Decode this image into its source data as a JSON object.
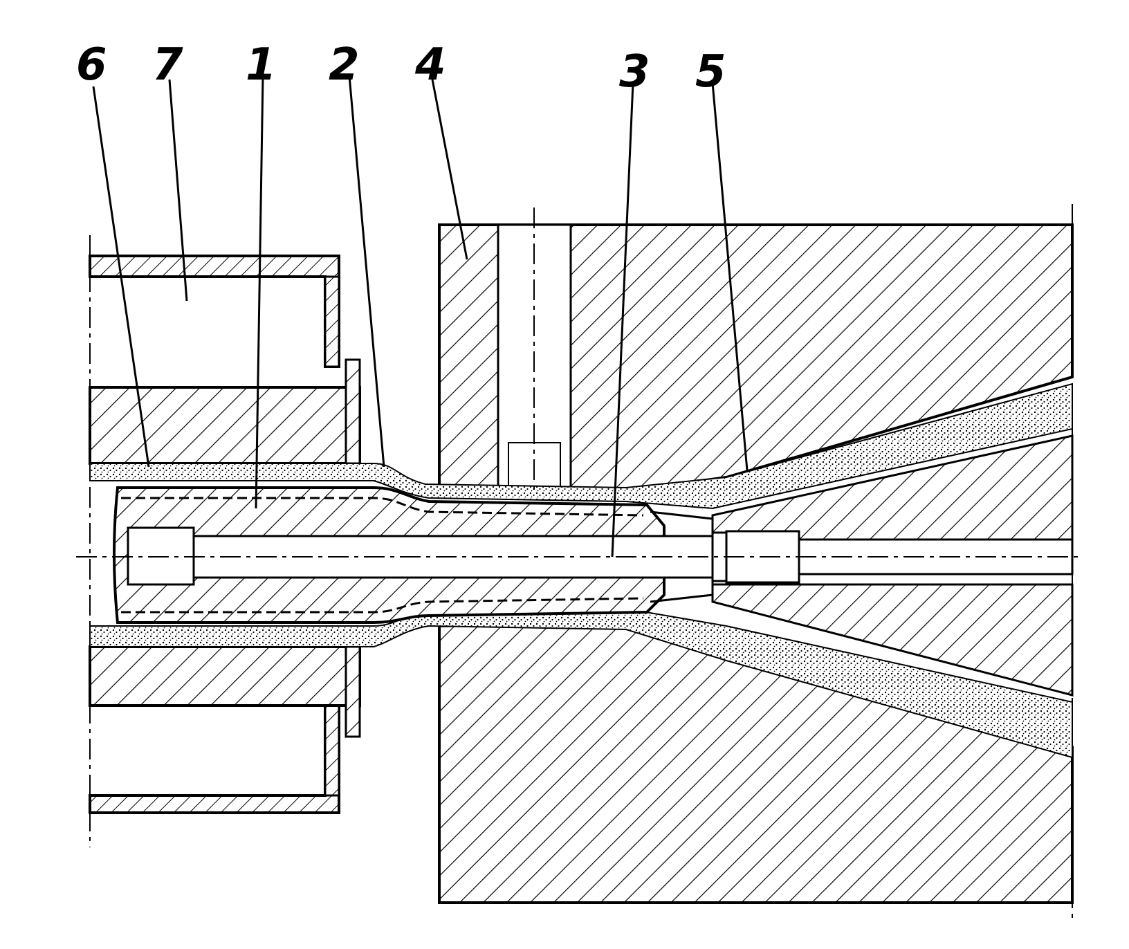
{
  "figure": {
    "labels": [
      {
        "id": "6",
        "text": "6"
      },
      {
        "id": "7",
        "text": "7"
      },
      {
        "id": "1",
        "text": "1"
      },
      {
        "id": "2",
        "text": "2"
      },
      {
        "id": "4",
        "text": "4"
      },
      {
        "id": "3",
        "text": "3"
      },
      {
        "id": "5",
        "text": "5"
      }
    ]
  },
  "colors": {
    "ink": "#000000",
    "paper": "#ffffff"
  }
}
